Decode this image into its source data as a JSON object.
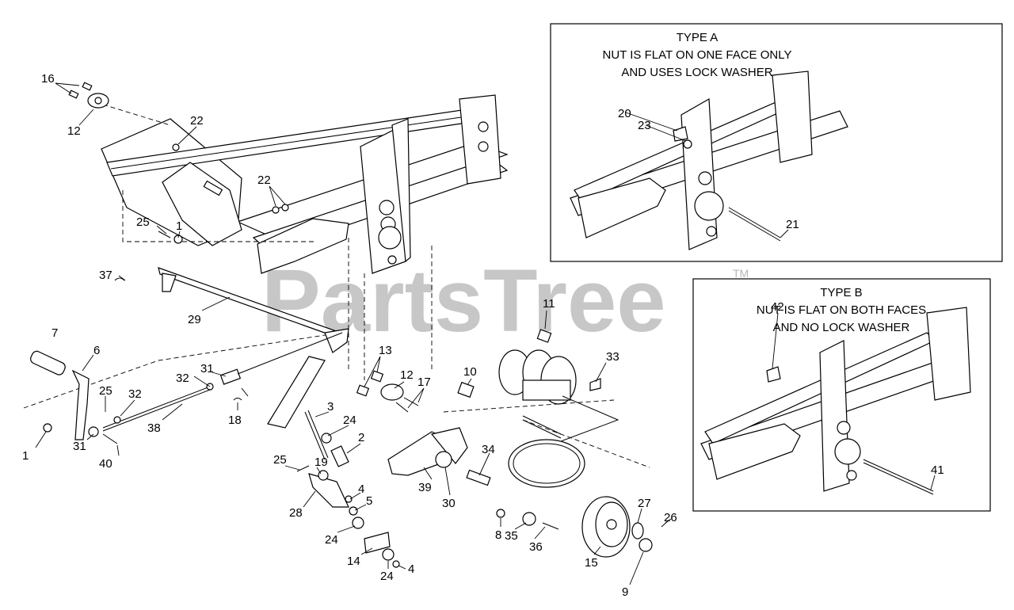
{
  "watermark": {
    "brand": "PartsTree",
    "trademark": "TM"
  },
  "type_a_box": {
    "title": "TYPE A",
    "line1": "NUT IS FLAT ON ONE FACE ONLY",
    "line2": "AND USES LOCK WASHER"
  },
  "type_b_box": {
    "title": "TYPE B",
    "line1": "NUT IS FLAT ON BOTH FACES",
    "line2": "AND NO LOCK WASHER"
  },
  "callouts": {
    "c16": "16",
    "c12a": "12",
    "c22a": "22",
    "c22b": "22",
    "c25a": "25",
    "c1a": "1",
    "c37": "37",
    "c29": "29",
    "c7": "7",
    "c6": "6",
    "c25b": "25",
    "c32a": "32",
    "c32b": "32",
    "c31a": "31",
    "c31b": "31",
    "c38": "38",
    "c18": "18",
    "c1b": "1",
    "c40": "40",
    "c13": "13",
    "c12b": "12",
    "c17": "17",
    "c11": "11",
    "c10": "10",
    "c33": "33",
    "c3": "3",
    "c24a": "24",
    "c2": "2",
    "c25c": "25",
    "c19": "19",
    "c28": "28",
    "c4a": "4",
    "c5": "5",
    "c24b": "24",
    "c14": "14",
    "c24c": "24",
    "c4b": "4",
    "c39": "39",
    "c30": "30",
    "c34": "34",
    "c8": "8",
    "c35": "35",
    "c36": "36",
    "c15": "15",
    "c27": "27",
    "c26": "26",
    "c9": "9",
    "c20": "20",
    "c23": "23",
    "c21": "21",
    "c42": "42",
    "c41": "41"
  }
}
